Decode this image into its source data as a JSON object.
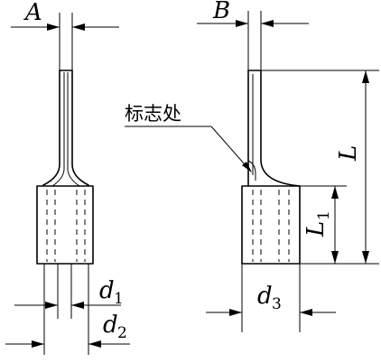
{
  "labels": {
    "A": "A",
    "B": "B",
    "d1": "d",
    "d1_sub": "1",
    "d2": "d",
    "d2_sub": "2",
    "d3": "d",
    "d3_sub": "3",
    "L": "L",
    "L1": "L",
    "L1_sub": "1",
    "mark_location": "标志处"
  }
}
